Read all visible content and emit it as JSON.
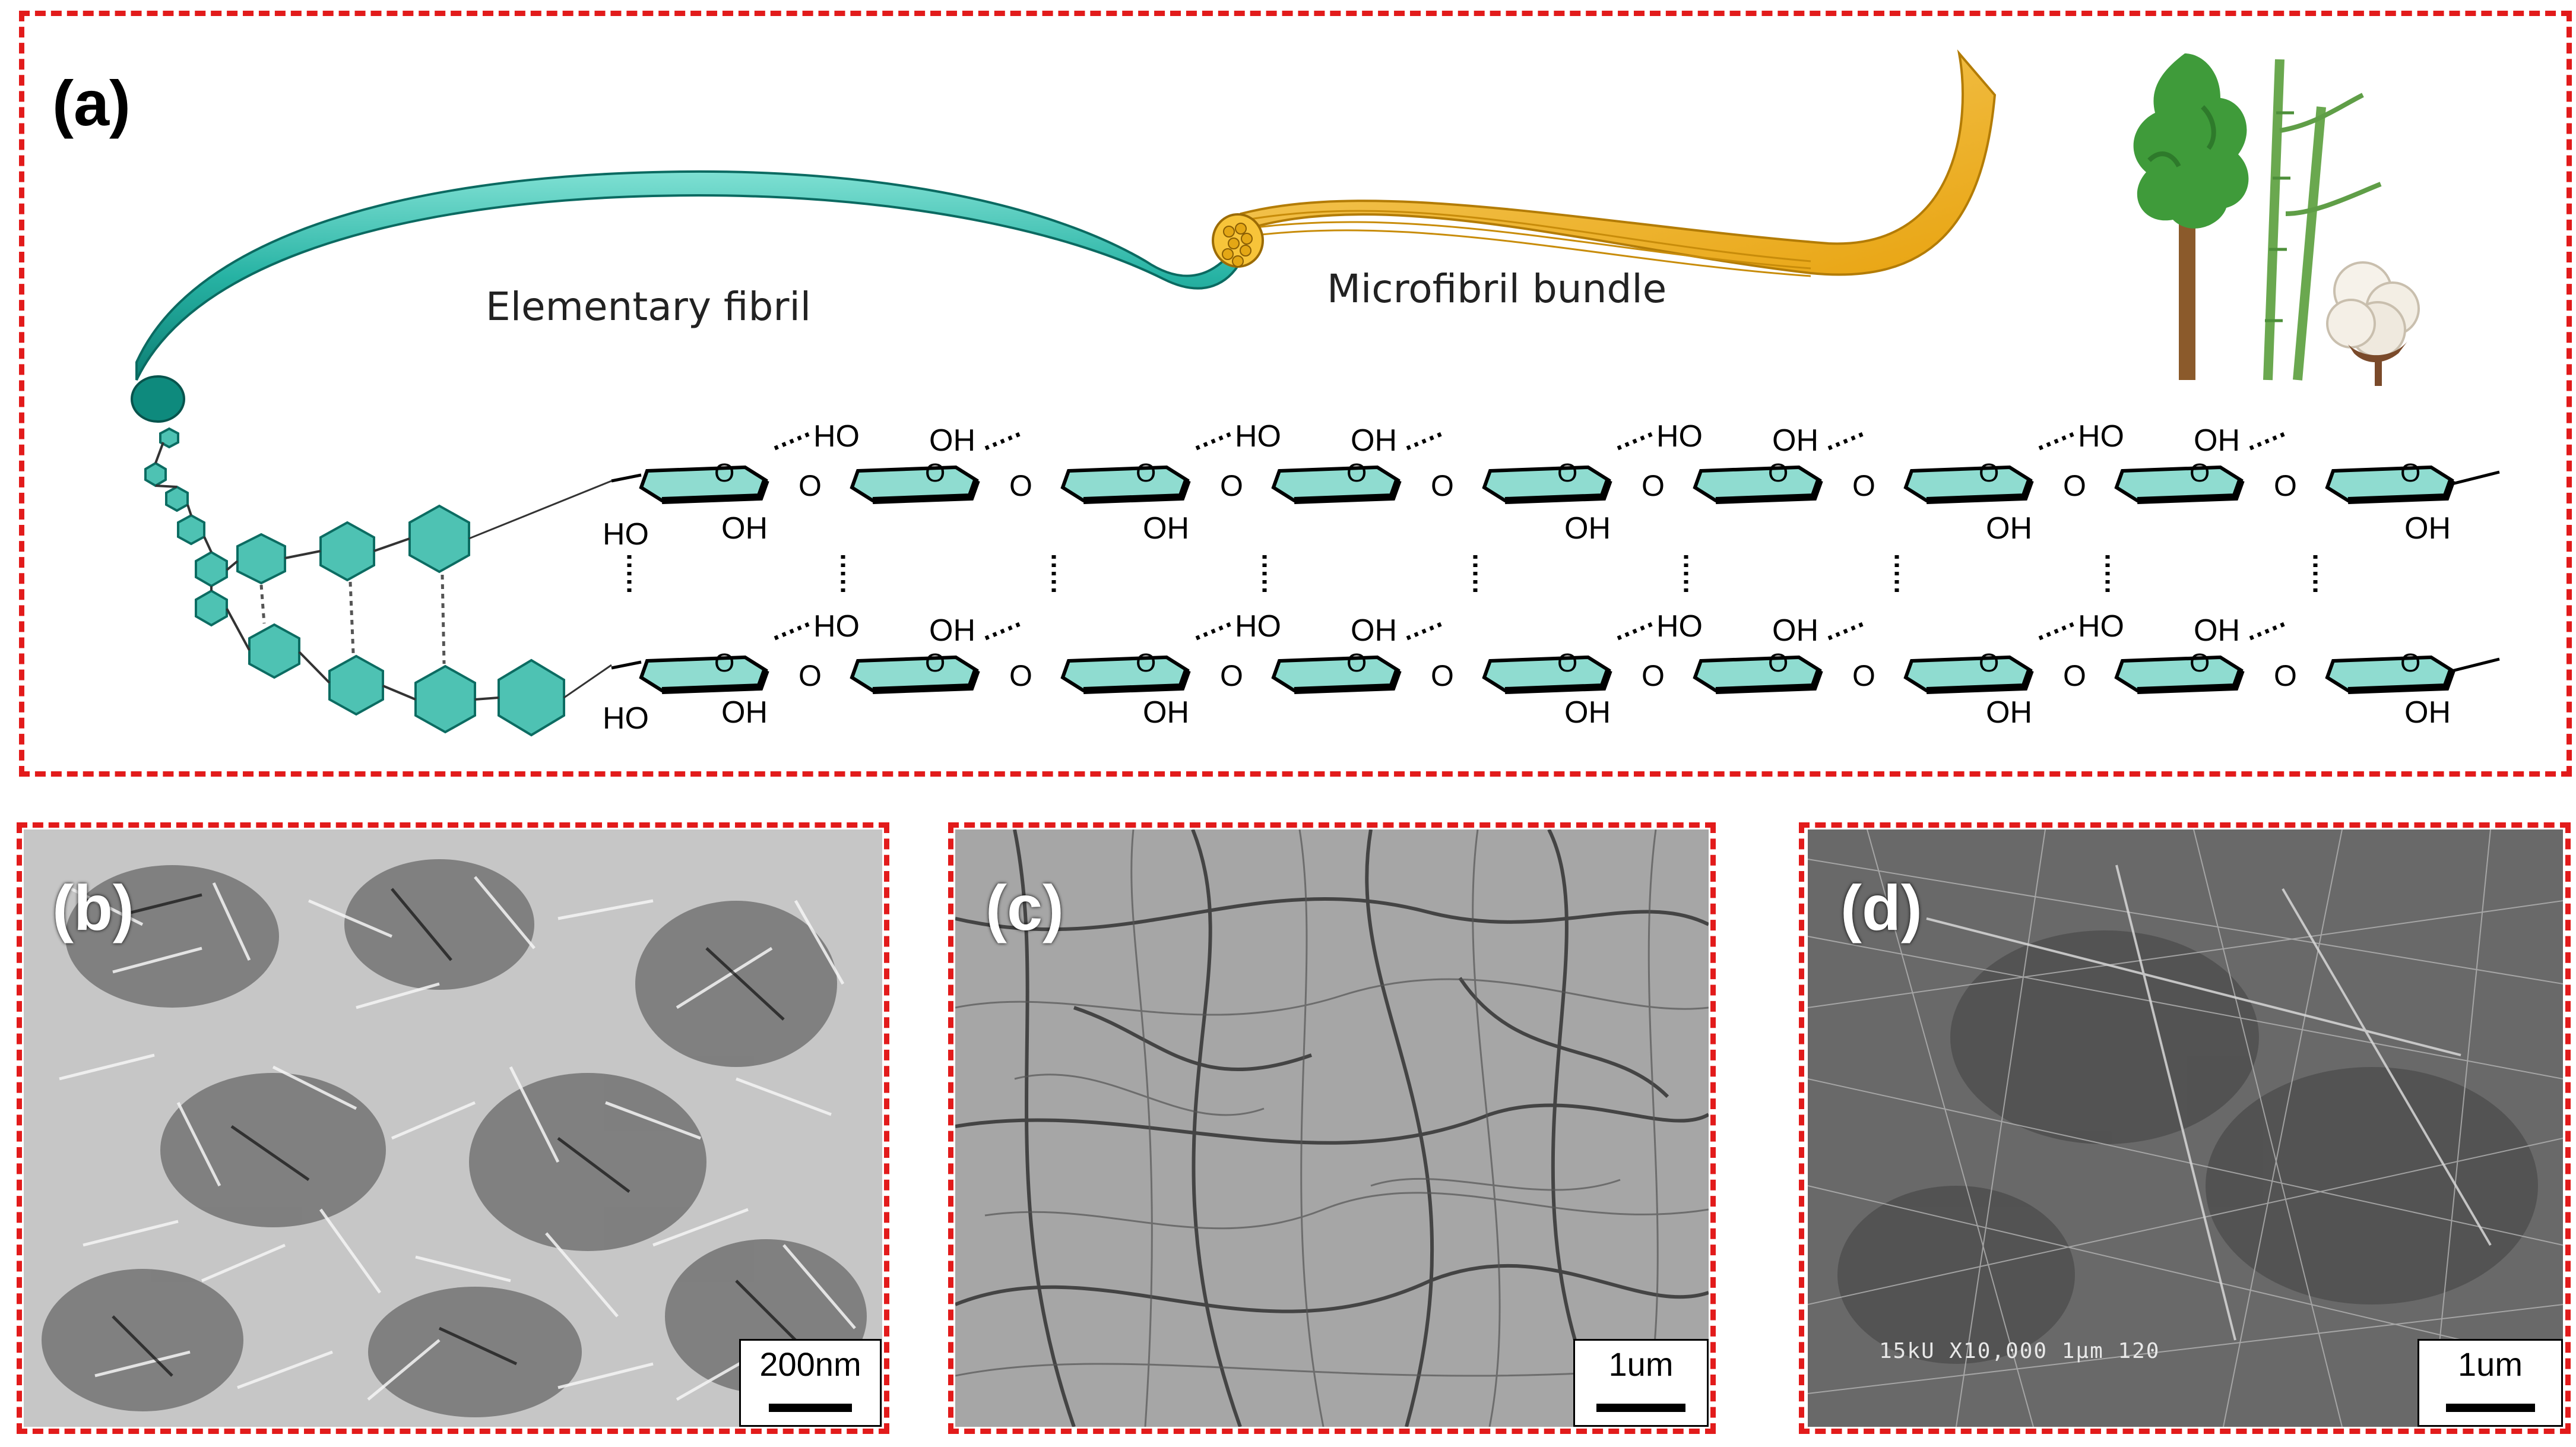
{
  "panels": {
    "a": {
      "label": "(a)",
      "elementary_fibril_label": "Elementary fibril",
      "microfibril_bundle_label": "Microfibril bundle",
      "hydroxyl_label": "OH",
      "hydroxyl_label_alt": "HO",
      "oxygen_label": "O"
    },
    "b": {
      "label": "(b)",
      "scale_label": "200nm"
    },
    "c": {
      "label": "(c)",
      "scale_label": "1um"
    },
    "d": {
      "label": "(d)",
      "scale_label": "1um",
      "sem_info": "15kU  X10,000   1μm  120"
    }
  },
  "colors": {
    "frame_red": "#e21b1b",
    "fibril_teal": "#27b3a4",
    "bundle_gold": "#f2b21a",
    "ring_fill": "#7fd3c6",
    "tree_green": "#3f9b3a"
  },
  "icons": [
    "tree-icon",
    "bamboo-icon",
    "cotton-boll-icon"
  ]
}
